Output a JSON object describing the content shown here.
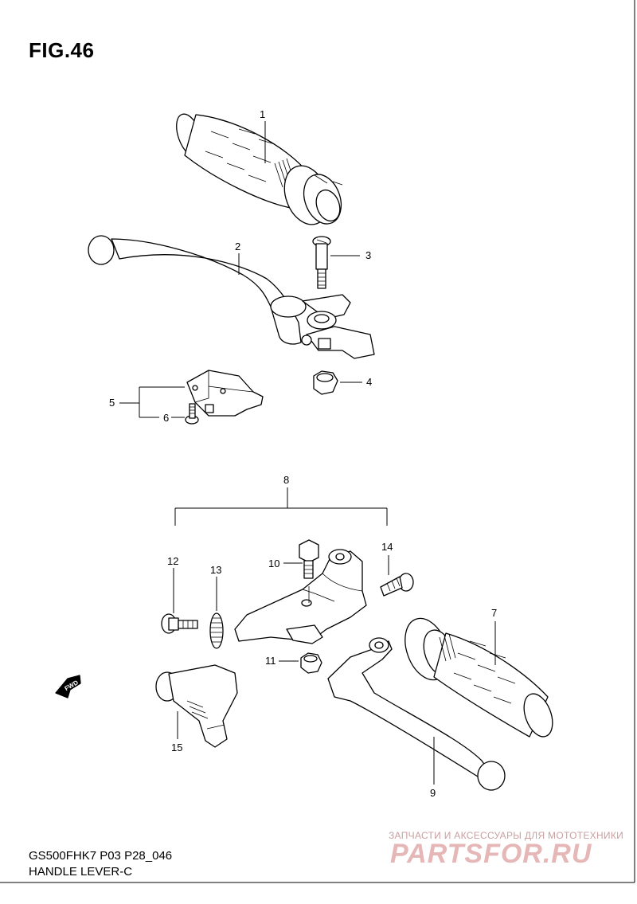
{
  "figure": {
    "title": "FIG.46",
    "model_code": "GS500FHK7 P03 P28_046",
    "section_name": "HANDLE LEVER-C"
  },
  "callouts": [
    {
      "id": "1",
      "label": "1",
      "part": "throttle-grip"
    },
    {
      "id": "2",
      "label": "2",
      "part": "front-brake-lever"
    },
    {
      "id": "3",
      "label": "3",
      "part": "lever-pivot-bolt"
    },
    {
      "id": "4",
      "label": "4",
      "part": "lever-nut"
    },
    {
      "id": "5",
      "label": "5",
      "part": "brake-light-switch"
    },
    {
      "id": "6",
      "label": "6",
      "part": "switch-screw"
    },
    {
      "id": "7",
      "label": "7",
      "part": "left-handlebar-grip"
    },
    {
      "id": "8",
      "label": "8",
      "part": "clutch-lever-holder-assembly"
    },
    {
      "id": "9",
      "label": "9",
      "part": "clutch-lever"
    },
    {
      "id": "10",
      "label": "10",
      "part": "clutch-lever-bolt"
    },
    {
      "id": "11",
      "label": "11",
      "part": "clutch-lever-nut"
    },
    {
      "id": "12",
      "label": "12",
      "part": "holder-screw"
    },
    {
      "id": "13",
      "label": "13",
      "part": "adjuster"
    },
    {
      "id": "14",
      "label": "14",
      "part": "holder-bolt"
    },
    {
      "id": "15",
      "label": "15",
      "part": "lever-boot"
    }
  ],
  "direction_marker": {
    "label": "FWD",
    "icon": "fwd-arrow-icon"
  },
  "watermark": {
    "tagline": "ЗАПЧАСТИ И АКСЕССУАРЫ ДЛЯ МОТОТЕХНИКИ",
    "logo": "PARTSFOR.RU",
    "color": "#e6b7b7"
  }
}
